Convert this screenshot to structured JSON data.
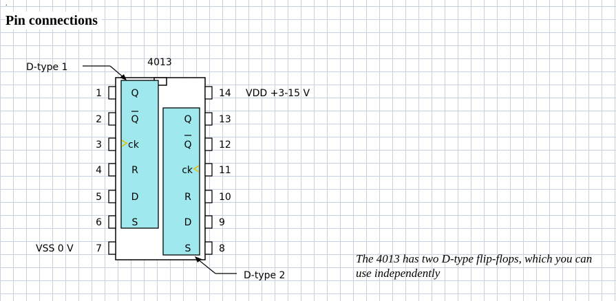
{
  "header": {
    "dot": ".",
    "title": "Pin connections"
  },
  "chip": {
    "name": "4013",
    "body_color": "#ffffff",
    "flipflop_color": "#9ee8ee",
    "clock_marker_color": "#e8c000"
  },
  "labels": {
    "dtype1": "D-type 1",
    "dtype2": "D-type 2"
  },
  "pins": {
    "left": [
      {
        "num": "1",
        "side_label": ""
      },
      {
        "num": "2",
        "side_label": ""
      },
      {
        "num": "3",
        "side_label": ""
      },
      {
        "num": "4",
        "side_label": ""
      },
      {
        "num": "5",
        "side_label": ""
      },
      {
        "num": "6",
        "side_label": ""
      },
      {
        "num": "7",
        "side_label": "VSS 0 V"
      }
    ],
    "right": [
      {
        "num": "14",
        "side_label": "VDD +3-15 V"
      },
      {
        "num": "13",
        "side_label": ""
      },
      {
        "num": "12",
        "side_label": ""
      },
      {
        "num": "11",
        "side_label": ""
      },
      {
        "num": "10",
        "side_label": ""
      },
      {
        "num": "9",
        "side_label": ""
      },
      {
        "num": "8",
        "side_label": ""
      }
    ]
  },
  "flipflop1": {
    "labels": [
      "Q",
      "Q",
      "ck",
      "R",
      "D",
      "S"
    ]
  },
  "flipflop2": {
    "labels": [
      "Q",
      "Q",
      "ck",
      "R",
      "D",
      "S"
    ]
  },
  "caption": {
    "text": "The 4013 has two D-type flip-flops, which you can use independently"
  }
}
